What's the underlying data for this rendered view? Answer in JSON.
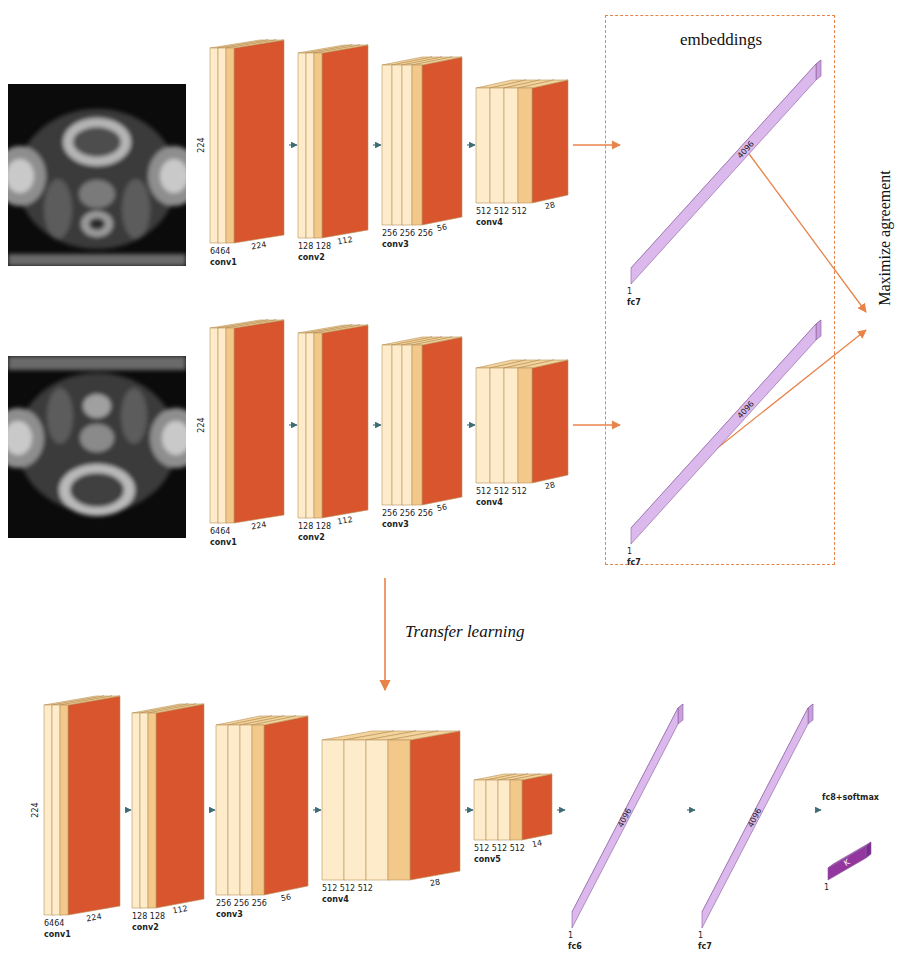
{
  "diagram": {
    "nodes": [
      {
        "text": [
          "embeddings"
        ]
      },
      {
        "text": [
          "224",
          "224",
          "6464",
          "conv1"
        ]
      },
      {
        "text": [
          "128 128",
          "112",
          "conv2"
        ]
      },
      {
        "text": [
          "256 256 256",
          "56",
          "conv3"
        ]
      },
      {
        "text": [
          "512 512 512",
          "28",
          "conv4"
        ]
      },
      {
        "text": [
          "4096",
          "1",
          "fc7"
        ],
        "in": 0
      },
      {
        "text": [
          "224",
          "224",
          "6464",
          "conv1"
        ]
      },
      {
        "text": [
          "128 128",
          "112",
          "conv2"
        ]
      },
      {
        "text": [
          "256 256 256",
          "56",
          "conv3"
        ]
      },
      {
        "text": [
          "512 512 512",
          "28",
          "conv4"
        ]
      },
      {
        "text": [
          "4096",
          "1",
          "fc7"
        ],
        "in": 0
      },
      {
        "text": [
          "224",
          "224",
          "6464",
          "conv1"
        ]
      },
      {
        "text": [
          "128 128",
          "112",
          "conv2"
        ]
      },
      {
        "text": [
          "256 256 256",
          "56",
          "conv3"
        ]
      },
      {
        "text": [
          "512 512 512",
          "28",
          "conv4"
        ]
      },
      {
        "text": [
          "512 512 512",
          "14",
          "conv5"
        ]
      },
      {
        "text": [
          "4096",
          "1",
          "fc6"
        ]
      },
      {
        "text": [
          "4096",
          "1",
          "fc7"
        ]
      },
      {
        "text": [
          "K",
          "1",
          "fc8+softmax"
        ]
      }
    ],
    "edges": [
      {
        "from": 1,
        "to": 2,
        "arrow": "to"
      },
      {
        "from": 2,
        "to": 3,
        "arrow": "to"
      },
      {
        "from": 3,
        "to": 4,
        "arrow": "to"
      },
      {
        "from": 4,
        "to": 5,
        "arrow": "to"
      },
      {
        "from": 6,
        "to": 7,
        "arrow": "to"
      },
      {
        "from": 7,
        "to": 8,
        "arrow": "to"
      },
      {
        "from": 8,
        "to": 9,
        "arrow": "to"
      },
      {
        "from": 9,
        "to": 10,
        "arrow": "to"
      },
      {
        "from": 11,
        "to": 12,
        "arrow": "to"
      },
      {
        "from": 12,
        "to": 13,
        "arrow": "to"
      },
      {
        "from": 13,
        "to": 14,
        "arrow": "to"
      },
      {
        "from": 14,
        "to": 15,
        "arrow": "to"
      },
      {
        "from": 15,
        "to": 16,
        "arrow": "to"
      },
      {
        "from": 16,
        "to": 17,
        "arrow": "to"
      },
      {
        "from": 17,
        "to": 18,
        "arrow": "to"
      }
    ],
    "labels": [
      "Maximize agreement",
      "Transfer learning"
    ]
  }
}
